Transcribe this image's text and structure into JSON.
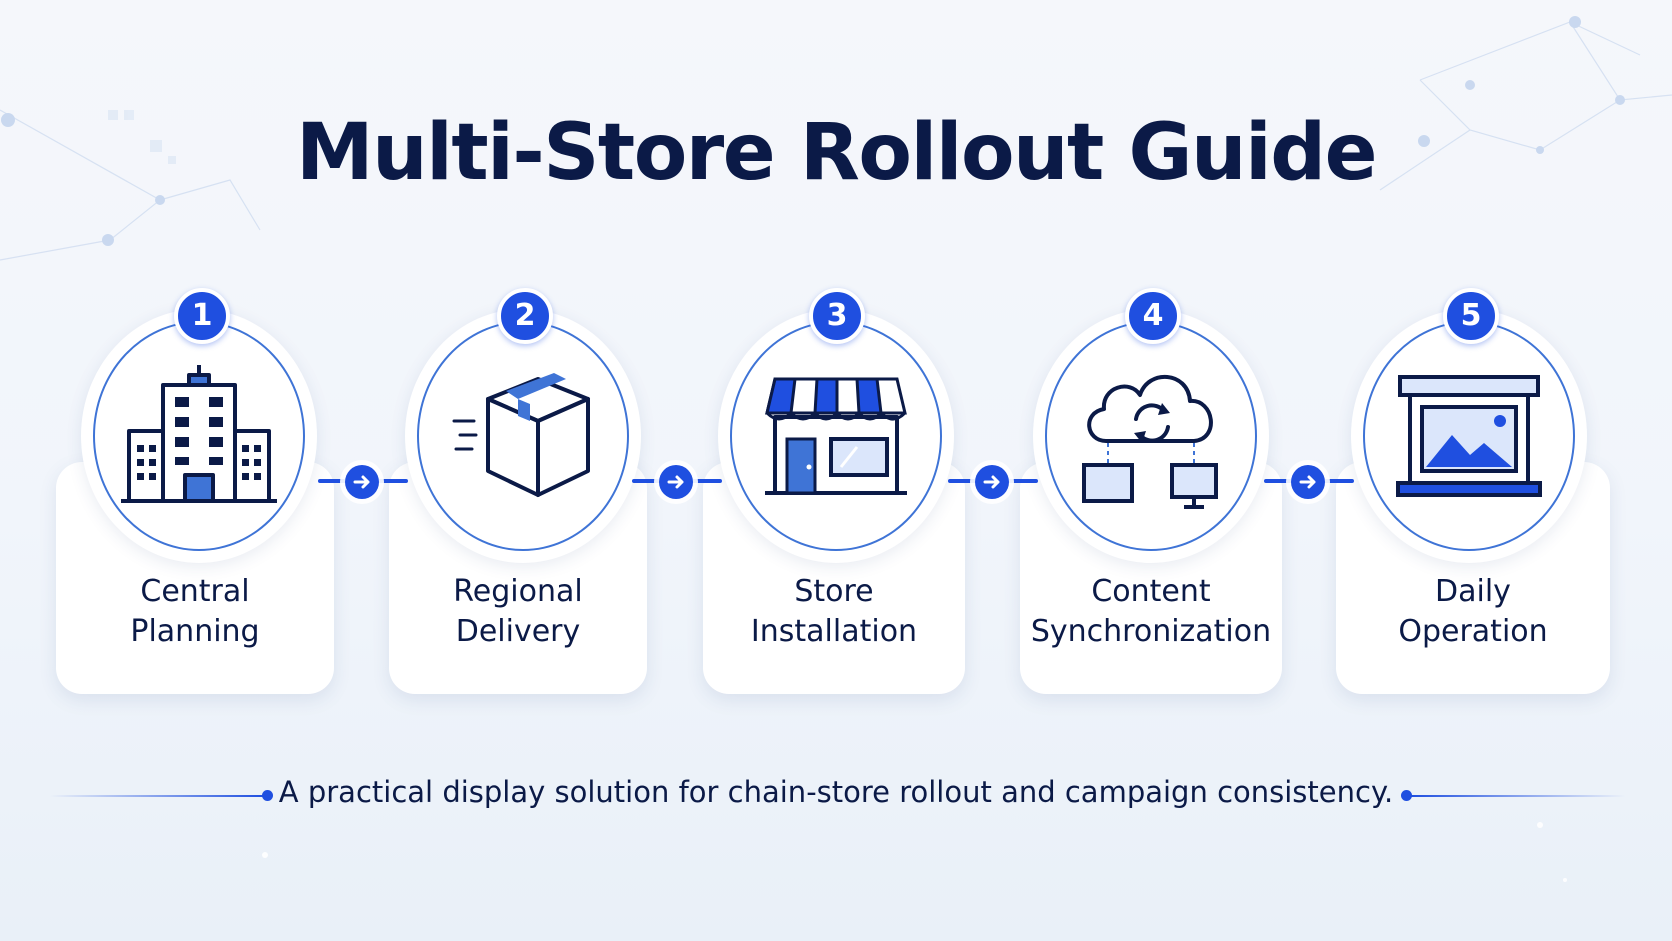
{
  "title": "Multi-Store Rollout Guide",
  "steps": [
    {
      "number": "1",
      "line1": "Central",
      "line2": "Planning",
      "icon": "office-building-icon"
    },
    {
      "number": "2",
      "line1": "Regional",
      "line2": "Delivery",
      "icon": "package-box-icon"
    },
    {
      "number": "3",
      "line1": "Store",
      "line2": "Installation",
      "icon": "storefront-icon"
    },
    {
      "number": "4",
      "line1": "Content",
      "line2": "Synchronization",
      "icon": "cloud-sync-icon"
    },
    {
      "number": "5",
      "line1": "Daily",
      "line2": "Operation",
      "icon": "display-screen-icon"
    }
  ],
  "tagline": "A practical display solution for chain-store rollout and campaign consistency.",
  "colors": {
    "accent": "#1f4fe0",
    "text": "#0b1a47",
    "ring": "#3f74d6",
    "background": "#f3f6fb"
  }
}
